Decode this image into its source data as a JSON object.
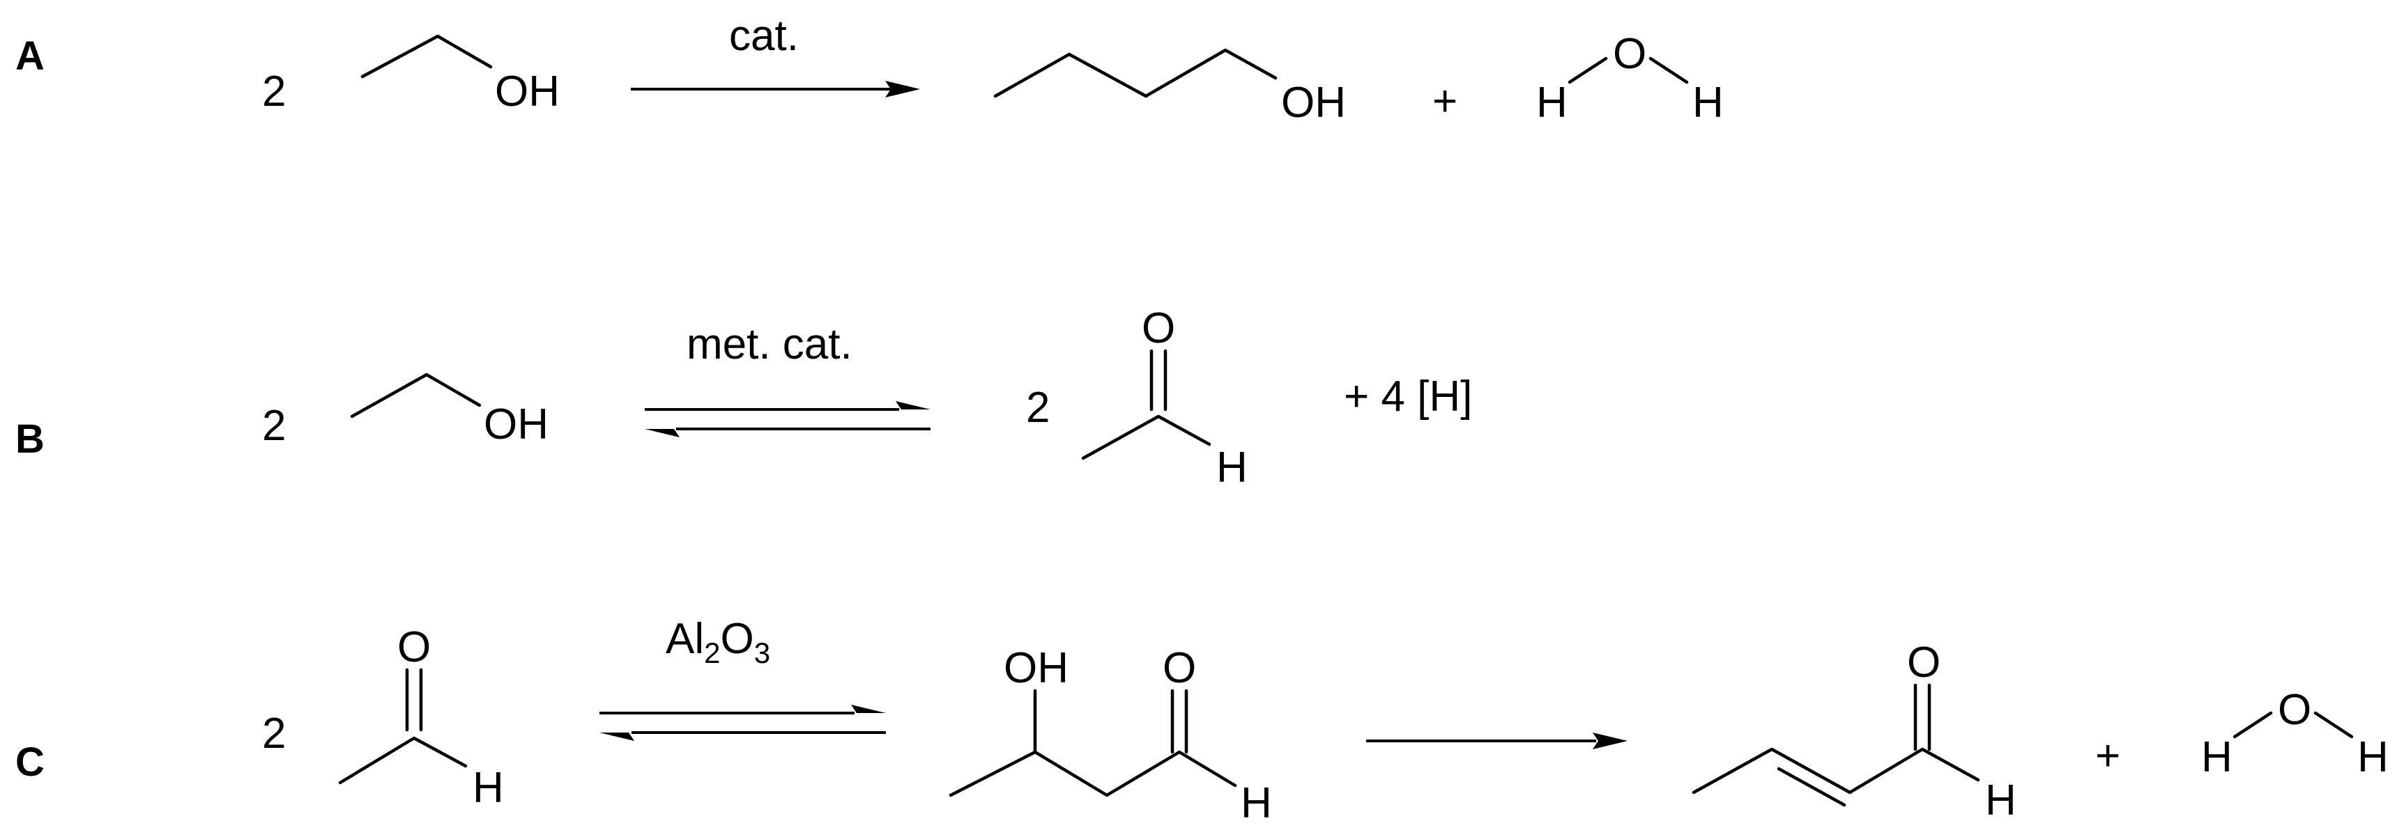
{
  "panels": [
    {
      "label": "A",
      "reactant_coefficient": "2",
      "reactant_atom": "OH",
      "arrow_label": "cat.",
      "product_atom": "OH",
      "plus": "+",
      "water": {
        "o": "O",
        "h_left": "H",
        "h_right": "H"
      }
    },
    {
      "label": "B",
      "reactant_coefficient": "2",
      "reactant_atom": "OH",
      "arrow_label": "met. cat.",
      "product_coefficient": "2",
      "product_o": "O",
      "product_h": "H",
      "byproduct": "+ 4 [H]"
    },
    {
      "label": "C",
      "reactant_coefficient": "2",
      "reactant_o": "O",
      "reactant_h": "H",
      "arrow_label": {
        "al": "Al",
        "sub1": "2",
        "o": "O",
        "sub2": "3"
      },
      "intermediate": {
        "oh": "OH",
        "o": "O",
        "h": "H"
      },
      "product": {
        "o": "O",
        "h": "H"
      },
      "plus": "+",
      "water": {
        "o": "O",
        "h_left": "H",
        "h_right": "H"
      }
    }
  ]
}
